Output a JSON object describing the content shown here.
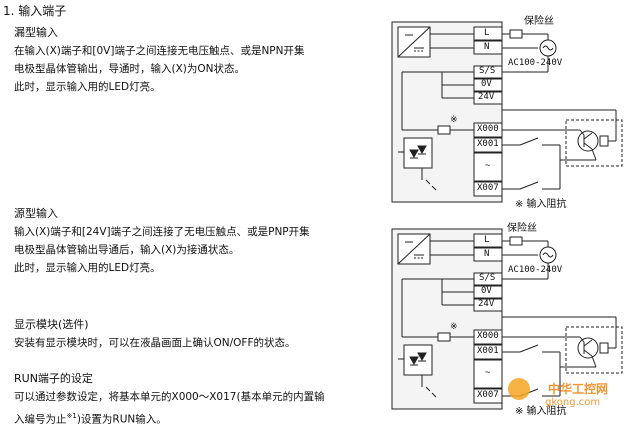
{
  "section_title": "1. 输入端子",
  "sink": {
    "heading": "漏型输入",
    "line1": "在输入(X)端子和[0V]端子之间连接无电压触点、或是NPN开集",
    "line2": "电极型晶体管输出，导通时，输入(X)为ON状态。",
    "line3": "此时，显示输入用的LED灯亮。"
  },
  "source": {
    "heading": "源型输入",
    "line1": "输入(X)端子和[24V]端子之间连接了无电压触点、或是PNP开集",
    "line2": "电极型晶体管输出导通后，输入(X)为接通状态。",
    "line3": "此时，显示输入用的LED灯亮。"
  },
  "display": {
    "heading": "显示模块(选件)",
    "line1": "安装有显示模块时，可以在液晶画面上确认ON/OFF的状态。"
  },
  "run": {
    "heading": "RUN端子的设定",
    "line1": "可以通过参数设定，将基本单元的X000～X017(基本单元的内置输",
    "line2_pre": "入编号为止",
    "line2_sup": "※1",
    "line2_post": ")设置为RUN输入。"
  },
  "diagram": {
    "fuse_label": "保险丝",
    "power_label": "AC100-240V",
    "note_mark": "※",
    "impedance_note": "※ 输入阻抗",
    "terminals": {
      "L": "L",
      "N": "N",
      "SS": "S/S",
      "ZV": "0V",
      "V24": "24V",
      "X000": "X000",
      "X001": "X001",
      "tilde": "~",
      "X007": "X007"
    }
  },
  "watermark": {
    "site": "中华工控网",
    "url": "gkong.com"
  }
}
